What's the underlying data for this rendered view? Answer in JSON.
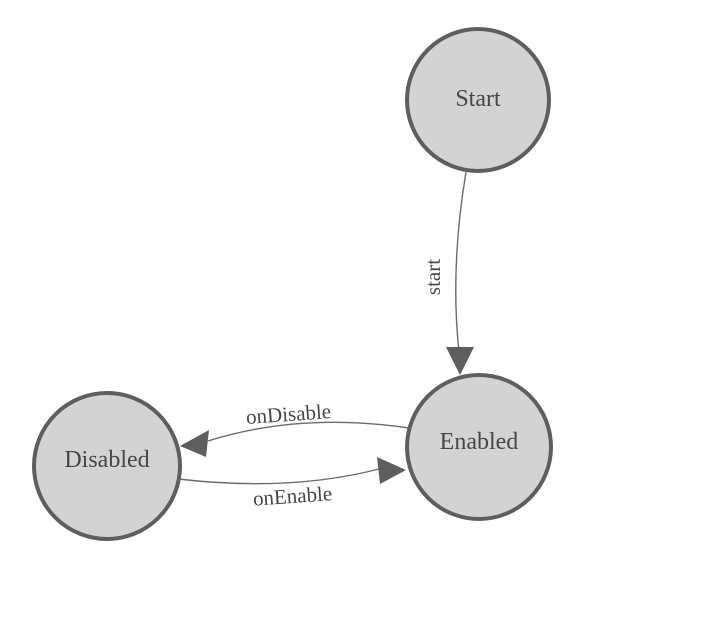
{
  "diagram": {
    "type": "state-machine",
    "background": "#ffffff",
    "node_fill": "#d3d3d3",
    "node_stroke": "#5e5e5e",
    "edge_color": "#6a6a6a",
    "arrow_color": "#5e5e5e",
    "label_color": "#464646",
    "nodes": [
      {
        "id": "start",
        "label": "Start"
      },
      {
        "id": "enabled",
        "label": "Enabled"
      },
      {
        "id": "disabled",
        "label": "Disabled"
      }
    ],
    "edges": [
      {
        "from": "Start",
        "to": "Enabled",
        "label": "start"
      },
      {
        "from": "Enabled",
        "to": "Disabled",
        "label": "onDisable"
      },
      {
        "from": "Disabled",
        "to": "Enabled",
        "label": "onEnable"
      }
    ]
  }
}
